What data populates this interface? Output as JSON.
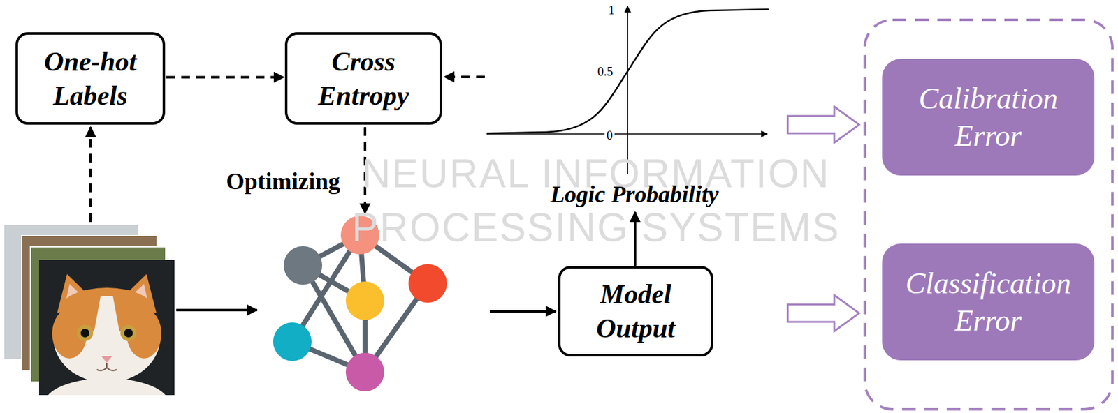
{
  "diagram": {
    "nodes": [
      {
        "text": [
          "One-hot Labels"
        ]
      },
      {
        "text": [
          "Cross Entropy"
        ]
      },
      {
        "text": [
          "Model Output"
        ]
      },
      {
        "text": [
          "Calibration Error"
        ]
      },
      {
        "text": [
          "Classification Error"
        ]
      }
    ],
    "edges": [
      {
        "from": 0,
        "to": 1,
        "arrow": "to"
      }
    ],
    "labels": [
      "1",
      "0.5",
      "0",
      "NEURAL INFORMATION",
      "Optimizing",
      "Logic Probability",
      "PROCESSING SYSTEMS"
    ]
  }
}
